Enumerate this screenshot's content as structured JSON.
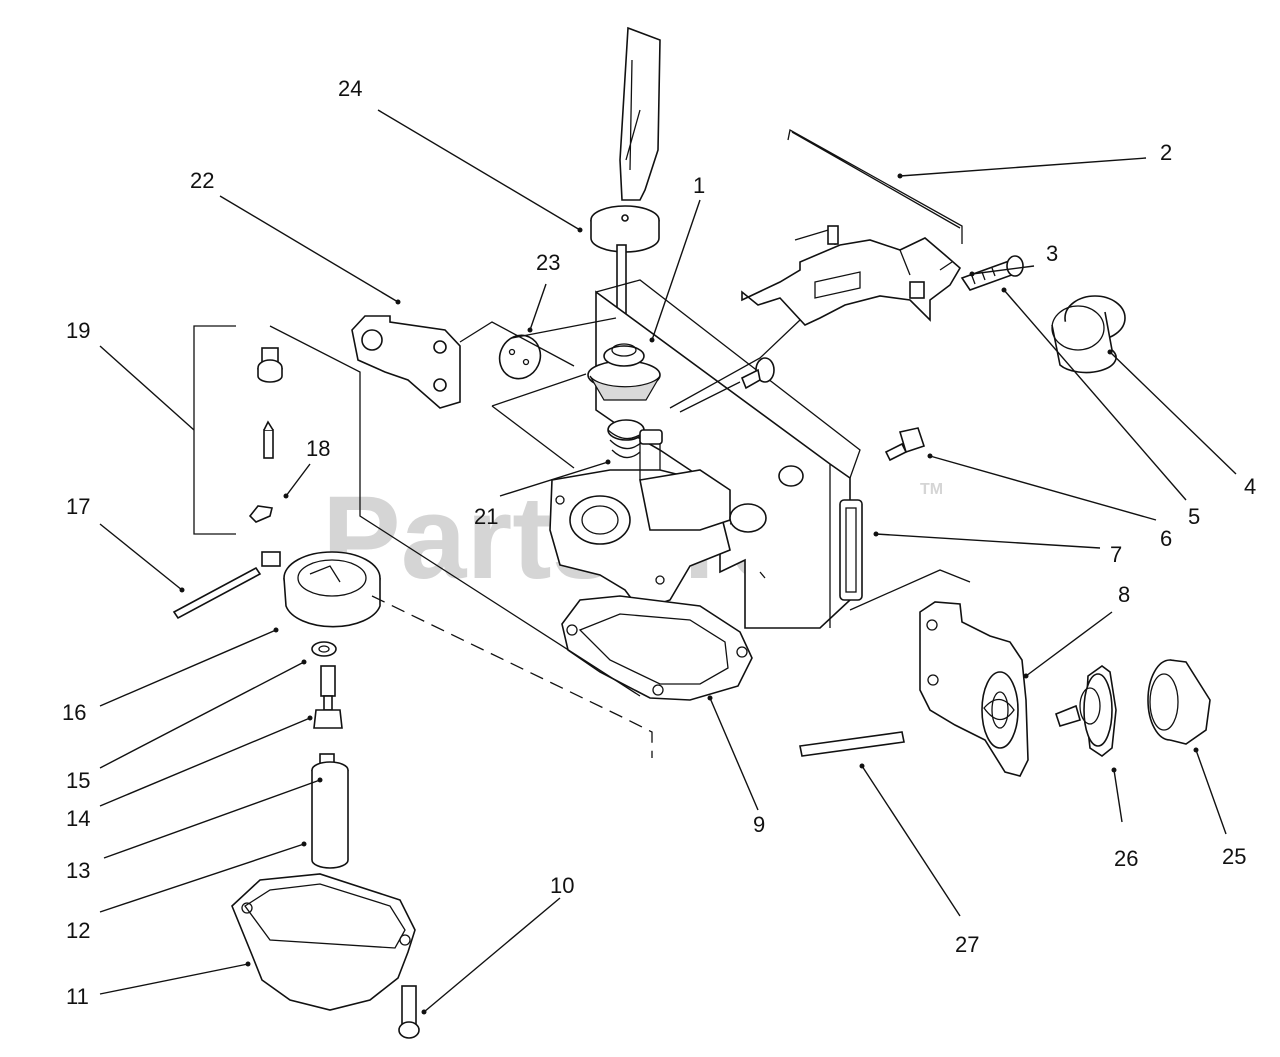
{
  "watermark": {
    "text": "PartsTree",
    "tm": "TM"
  },
  "callouts": [
    "1",
    "2",
    "3",
    "4",
    "5",
    "6",
    "7",
    "8",
    "9",
    "10",
    "11",
    "12",
    "13",
    "14",
    "15",
    "16",
    "17",
    "18",
    "19",
    "21",
    "22",
    "23",
    "24",
    "25",
    "26",
    "27"
  ]
}
